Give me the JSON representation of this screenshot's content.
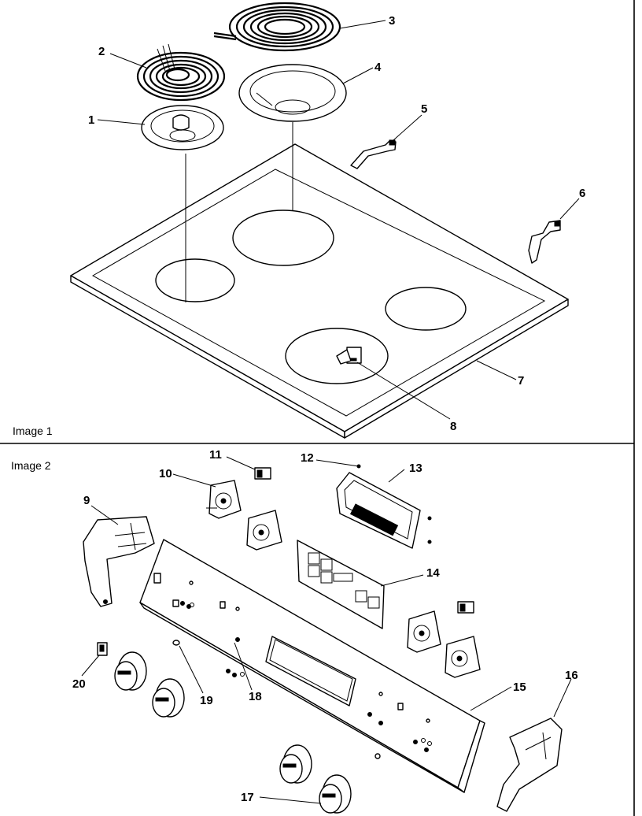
{
  "sections": [
    {
      "label": "Image 1"
    },
    {
      "label": "Image 2"
    }
  ],
  "callouts": [
    "1",
    "2",
    "3",
    "4",
    "5",
    "6",
    "7",
    "8",
    "9",
    "10",
    "11",
    "12",
    "13",
    "14",
    "15",
    "16",
    "17",
    "18",
    "19",
    "20"
  ],
  "parts": [
    {
      "ref": "1",
      "part": "drip-bowl-small"
    },
    {
      "ref": "2",
      "part": "surface-element-small"
    },
    {
      "ref": "3",
      "part": "surface-element-large"
    },
    {
      "ref": "4",
      "part": "drip-bowl-large"
    },
    {
      "ref": "5",
      "part": "element-bracket"
    },
    {
      "ref": "6",
      "part": "element-bracket"
    },
    {
      "ref": "7",
      "part": "cooktop"
    },
    {
      "ref": "8",
      "part": "receptacle"
    },
    {
      "ref": "9",
      "part": "end-cap-left"
    },
    {
      "ref": "10",
      "part": "infinite-switch"
    },
    {
      "ref": "11",
      "part": "rocker-switch"
    },
    {
      "ref": "12",
      "part": "screw"
    },
    {
      "ref": "13",
      "part": "electronic-clock-control"
    },
    {
      "ref": "14",
      "part": "overlay-bracket"
    },
    {
      "ref": "15",
      "part": "backguard-panel"
    },
    {
      "ref": "16",
      "part": "end-cap-right"
    },
    {
      "ref": "17",
      "part": "knob"
    },
    {
      "ref": "18",
      "part": "screw"
    },
    {
      "ref": "19",
      "part": "indicator-light"
    },
    {
      "ref": "20",
      "part": "lamp-switch"
    }
  ]
}
